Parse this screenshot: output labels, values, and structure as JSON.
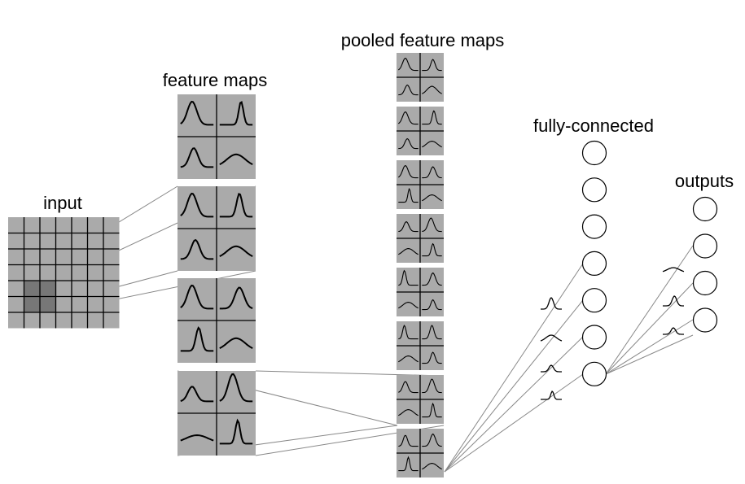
{
  "labels": {
    "input": "input",
    "feature_maps": "feature maps",
    "pooled_feature_maps": "pooled feature maps",
    "fully_connected": "fully-connected",
    "outputs": "outputs"
  },
  "input_grid": {
    "rows": 7,
    "cols": 7,
    "highlight": {
      "row": 4,
      "col": 1,
      "size": 2
    }
  },
  "counts": {
    "feature_map_groups": 4,
    "pooled_map_groups": 8,
    "fully_connected_neurons": 7,
    "output_neurons": 4
  },
  "colors": {
    "map_fill": "#aaaaaa",
    "highlight_fill": "#777777",
    "connection": "#888888"
  }
}
